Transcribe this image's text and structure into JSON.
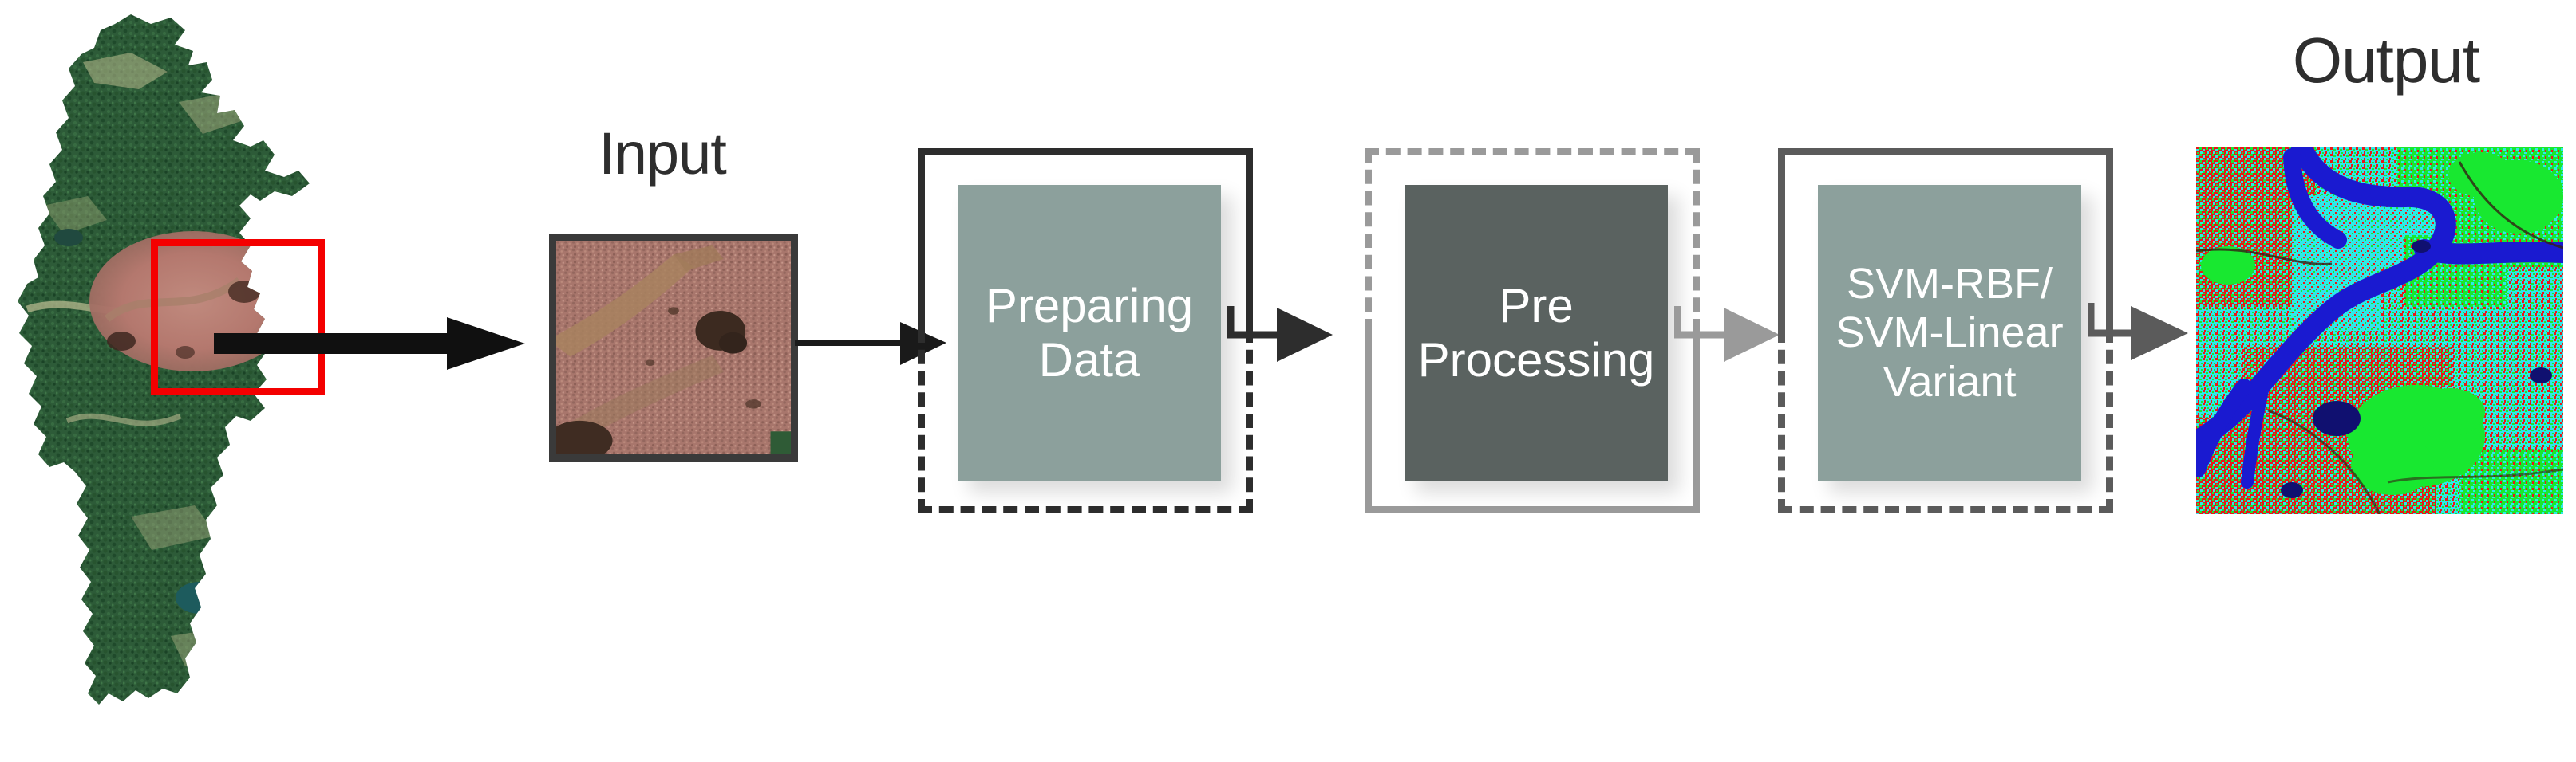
{
  "diagram": {
    "type": "flowchart",
    "title": "",
    "orientation": "left-to-right"
  },
  "labels": {
    "input": "Input",
    "output": "Output"
  },
  "source_map": {
    "name": "study-area-satellite-map",
    "roi_note": "red rectangle region of interest",
    "roi_color": "#f40000",
    "land_color": "#2d5b38",
    "urban_color": "#b4786e"
  },
  "input_image": {
    "name": "input-satellite-patch",
    "border_color": "#3a3a3a"
  },
  "stages": [
    {
      "id": "preparing-data",
      "label": "Preparing\nData",
      "line1": "Preparing",
      "line2": "Data",
      "tile_color": "#8ca09c",
      "frame_color": "#2d2d2d",
      "frame_top_style": "solid",
      "frame_bottom_style": "dashed"
    },
    {
      "id": "pre-processing",
      "label": "Pre\nProcessing",
      "line1": "Pre",
      "line2": "Processing",
      "tile_color": "#5a6260",
      "frame_color": "#9a9a9a",
      "frame_top_style": "dashed",
      "frame_bottom_style": "solid"
    },
    {
      "id": "svm-classifier",
      "label": "SVM-RBF/\nSVM-Linear\nVariant",
      "line1": "SVM-RBF/",
      "line2": "SVM-Linear",
      "line3": "Variant",
      "tile_color": "#8ca09c",
      "frame_color": "#5b5b5b",
      "frame_top_style": "solid",
      "frame_bottom_style": "dashed"
    }
  ],
  "connectors": [
    {
      "id": "roi-to-input",
      "color": "#101010",
      "style": "thick-block-arrow"
    },
    {
      "id": "input-to-stage1",
      "color": "#1a1a1a",
      "style": "arrow"
    },
    {
      "id": "stage1-to-stage2",
      "color": "#2d2d2d",
      "style": "arrow"
    },
    {
      "id": "stage2-to-stage3",
      "color": "#9a9a9a",
      "style": "arrow"
    },
    {
      "id": "stage3-to-output",
      "color": "#5b5b5b",
      "style": "arrow"
    }
  ],
  "output_map": {
    "name": "classified-land-cover-map",
    "classes": [
      {
        "name": "water",
        "color": "#1a1ad0"
      },
      {
        "name": "vegetation",
        "color": "#18e830"
      },
      {
        "name": "built-up",
        "color": "#2ee8e8"
      },
      {
        "name": "bare-soil",
        "color": "#e81818"
      }
    ]
  },
  "palette": {
    "text_dark": "#2e2e2e",
    "tile_light": "#8ca09c",
    "tile_dark": "#5a6260",
    "white": "#ffffff"
  }
}
